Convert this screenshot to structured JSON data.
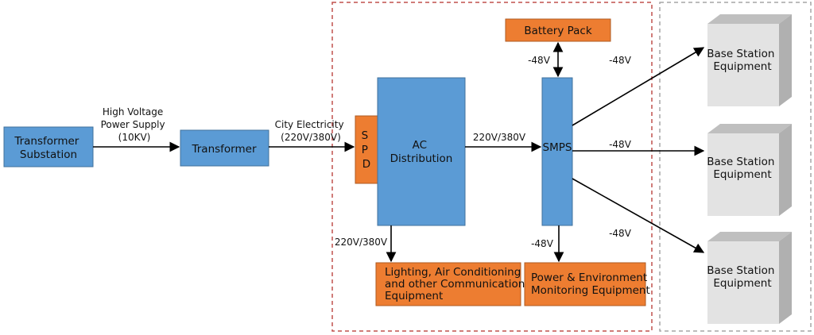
{
  "colors": {
    "blue": "#5b9bd5",
    "blue_border": "#41719c",
    "orange": "#ed7d31",
    "orange_border": "#ae5a21",
    "red_dash": "#c0504d",
    "gray_dash": "#a6a6a6",
    "cube_front": "#e3e3e3",
    "cube_top": "#bfbfbf",
    "cube_side": "#b0b0b0"
  },
  "boxes": {
    "transformer_substation": [
      "Transformer",
      "Substation"
    ],
    "transformer": "Transformer",
    "spd": [
      "S",
      "P",
      "D"
    ],
    "ac_distribution": [
      "AC",
      "Distribution"
    ],
    "smps": "SMPS",
    "battery_pack": "Battery Pack",
    "lighting": [
      "Lighting, Air Conditioning",
      "and other Communication",
      "Equipment"
    ],
    "monitoring": [
      "Power & Environment",
      "Monitoring Equipment"
    ]
  },
  "base_stations": [
    [
      "Base Station",
      "Equipment"
    ],
    [
      "Base Station",
      "Equipment"
    ],
    [
      "Base Station",
      "Equipment"
    ]
  ],
  "labels": {
    "high_voltage": [
      "High Voltage",
      "Power Supply",
      "(10KV)"
    ],
    "city_electricity": [
      "City Electricity",
      "(220V/380V)"
    ],
    "ac_to_smps": "220V/380V",
    "ac_down": "220V/380V",
    "battery_smps": "-48V",
    "battery_right": "-48V",
    "smps_to_base2": "-48V",
    "smps_to_base3": "-48V",
    "smps_down": "-48V"
  }
}
